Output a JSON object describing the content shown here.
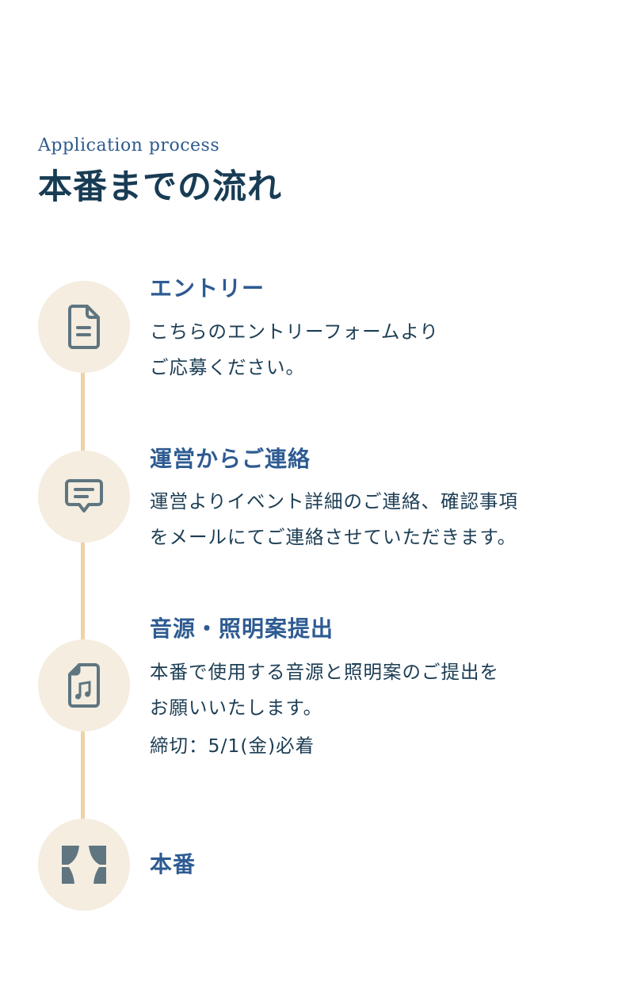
{
  "header": {
    "eyebrow": "Application process",
    "title": "本番までの流れ"
  },
  "colors": {
    "accent_title": "#2e5b92",
    "text": "#1c3d54",
    "circle_bg": "#f4ede0",
    "connector": "#eed3a4",
    "icon": "#5f7580"
  },
  "steps": [
    {
      "icon": "document-icon",
      "title": "エントリー",
      "lines": [
        "こちらのエントリーフォームより",
        "ご応募ください。"
      ]
    },
    {
      "icon": "chat-message-icon",
      "title": "運営からご連絡",
      "lines": [
        "運営よりイベント詳細のご連絡、確認事項",
        "をメールにてご連絡させていただきます。"
      ]
    },
    {
      "icon": "music-file-icon",
      "title": "音源・照明案提出",
      "lines": [
        "本番で使用する音源と照明案のご提出を",
        "お願いいたします。",
        "締切：5/1(金)必着"
      ]
    },
    {
      "icon": "stage-curtain-icon",
      "title": "本番",
      "lines": []
    }
  ]
}
